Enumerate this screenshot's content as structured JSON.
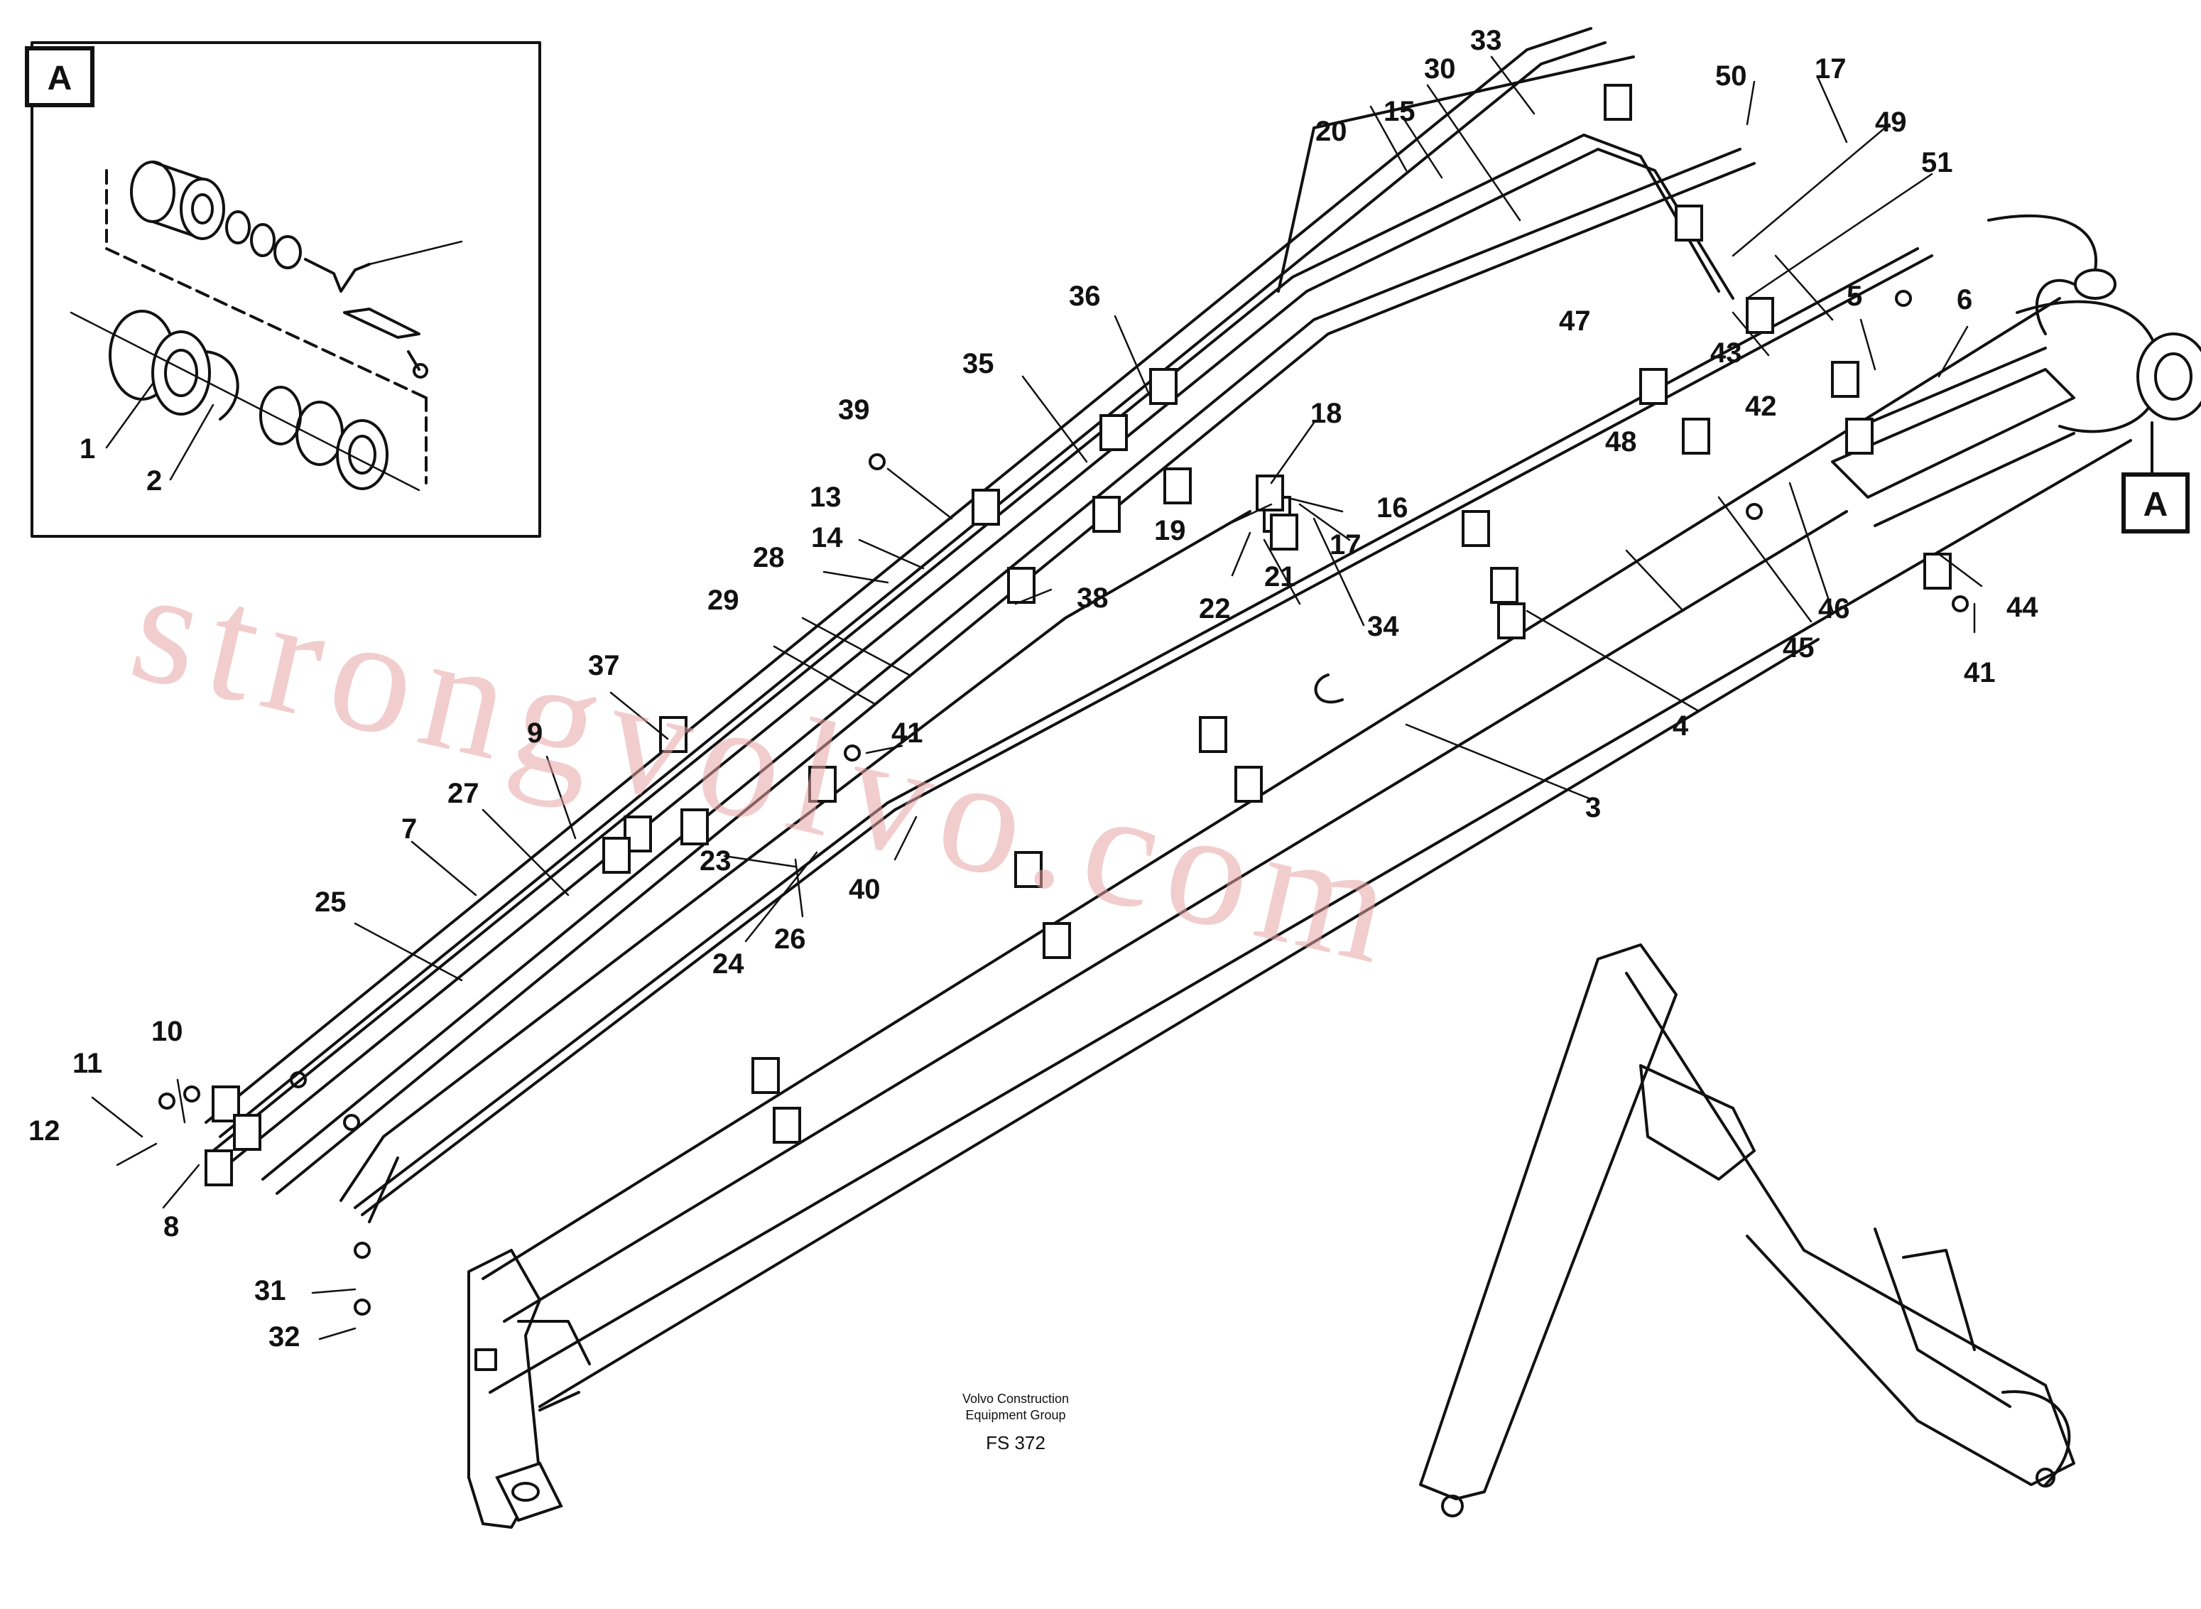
{
  "inset": {
    "label": "A"
  },
  "detail_marker": {
    "label": "A"
  },
  "callouts": [
    {
      "id": "c1",
      "text": "1"
    },
    {
      "id": "c2",
      "text": "2"
    },
    {
      "id": "c3",
      "text": "3"
    },
    {
      "id": "c4",
      "text": "4"
    },
    {
      "id": "c5",
      "text": "5"
    },
    {
      "id": "c6",
      "text": "6"
    },
    {
      "id": "c7",
      "text": "7"
    },
    {
      "id": "c8",
      "text": "8"
    },
    {
      "id": "c9",
      "text": "9"
    },
    {
      "id": "c10",
      "text": "10"
    },
    {
      "id": "c11",
      "text": "11"
    },
    {
      "id": "c12",
      "text": "12"
    },
    {
      "id": "c13",
      "text": "13"
    },
    {
      "id": "c14",
      "text": "14"
    },
    {
      "id": "c15",
      "text": "15"
    },
    {
      "id": "c16",
      "text": "16"
    },
    {
      "id": "c17a",
      "text": "17"
    },
    {
      "id": "c17b",
      "text": "17"
    },
    {
      "id": "c18",
      "text": "18"
    },
    {
      "id": "c19",
      "text": "19"
    },
    {
      "id": "c20",
      "text": "20"
    },
    {
      "id": "c21",
      "text": "21"
    },
    {
      "id": "c22",
      "text": "22"
    },
    {
      "id": "c23",
      "text": "23"
    },
    {
      "id": "c24",
      "text": "24"
    },
    {
      "id": "c25",
      "text": "25"
    },
    {
      "id": "c26",
      "text": "26"
    },
    {
      "id": "c27",
      "text": "27"
    },
    {
      "id": "c28",
      "text": "28"
    },
    {
      "id": "c29",
      "text": "29"
    },
    {
      "id": "c30",
      "text": "30"
    },
    {
      "id": "c31",
      "text": "31"
    },
    {
      "id": "c32",
      "text": "32"
    },
    {
      "id": "c33",
      "text": "33"
    },
    {
      "id": "c34",
      "text": "34"
    },
    {
      "id": "c35",
      "text": "35"
    },
    {
      "id": "c36",
      "text": "36"
    },
    {
      "id": "c37",
      "text": "37"
    },
    {
      "id": "c38",
      "text": "38"
    },
    {
      "id": "c39",
      "text": "39"
    },
    {
      "id": "c40",
      "text": "40"
    },
    {
      "id": "c41a",
      "text": "41"
    },
    {
      "id": "c41b",
      "text": "41"
    },
    {
      "id": "c42",
      "text": "42"
    },
    {
      "id": "c43",
      "text": "43"
    },
    {
      "id": "c44",
      "text": "44"
    },
    {
      "id": "c45",
      "text": "45"
    },
    {
      "id": "c46",
      "text": "46"
    },
    {
      "id": "c47",
      "text": "47"
    },
    {
      "id": "c48",
      "text": "48"
    },
    {
      "id": "c49",
      "text": "49"
    },
    {
      "id": "c50",
      "text": "50"
    },
    {
      "id": "c51",
      "text": "51"
    }
  ],
  "watermark": {
    "text": "strongvolvo.com"
  },
  "credit": {
    "line1": "Volvo Construction",
    "line2": "Equipment Group",
    "code": "FS 372"
  }
}
